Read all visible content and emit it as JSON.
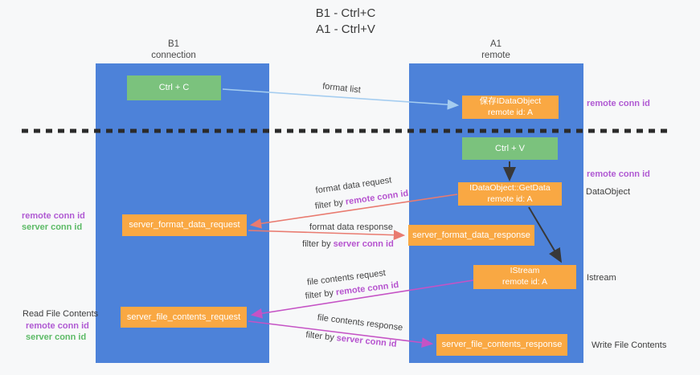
{
  "title": {
    "line1": "B1 - Ctrl+C",
    "line2": "A1 - Ctrl+V"
  },
  "columns": {
    "left": {
      "name": "B1",
      "subtitle": "connection"
    },
    "right": {
      "name": "A1",
      "subtitle": "remote"
    }
  },
  "nodes": {
    "ctrl_c": "Ctrl + C",
    "ctrl_v": "Ctrl + V",
    "save_dataobject_line1": "保存IDataObject",
    "save_dataobject_line2": "remote id: A",
    "getdata_line1": "IDataObject::GetData",
    "getdata_line2": "remote id: A",
    "istream_line1": "IStream",
    "istream_line2": "remote id: A",
    "server_format_data_request": "server_format_data_request",
    "server_format_data_response": "server_format_data_response",
    "server_file_contents_request": "server_file_contents_request",
    "server_file_contents_response": "server_file_contents_response"
  },
  "edge_labels": {
    "format_list": "format list",
    "format_data_request": "format data request",
    "format_data_response": "format data response",
    "file_contents_request": "file contents request",
    "file_contents_response": "file contents response",
    "filter_by": "filter by",
    "remote_conn_id": "remote conn id",
    "server_conn_id": "server conn id"
  },
  "side_labels": {
    "remote_conn_id": "remote conn id",
    "server_conn_id": "server conn id",
    "dataobject": "DataObject",
    "istream": "Istream",
    "read_file_contents": "Read File Contents",
    "write_file_contents": "Write File Contents"
  },
  "colors": {
    "column_blue": "#4d82d9",
    "box_orange": "#f9a843",
    "box_green": "#7bc27d",
    "arrow_blue": "#a5cdf0",
    "arrow_salmon": "#e97b70",
    "arrow_magenta": "#c553c5",
    "arrow_black": "#383838",
    "dashed_line": "#2b2b2b",
    "text_purple": "#b05ad3",
    "text_green": "#5cba66",
    "text_magenta": "#b653cf"
  }
}
